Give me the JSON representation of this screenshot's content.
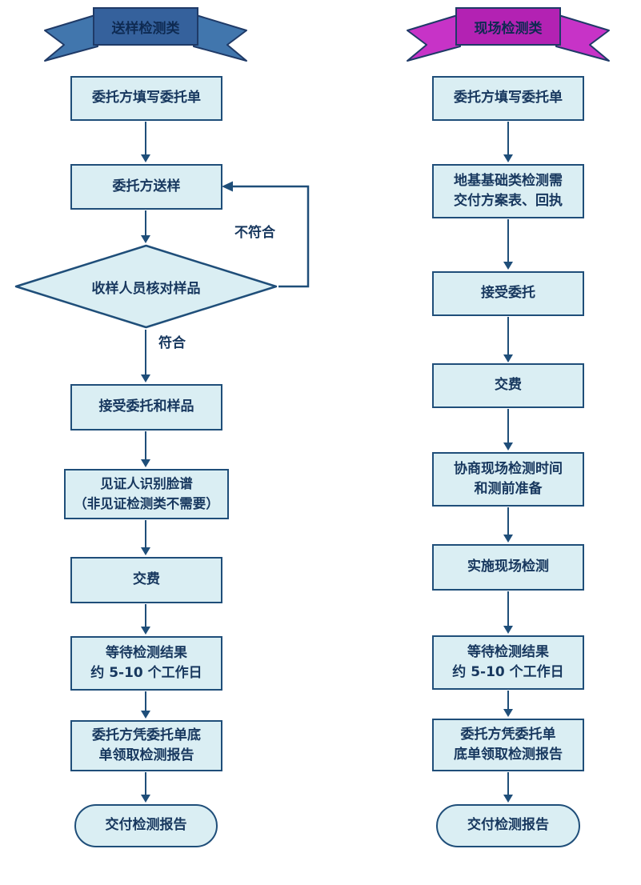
{
  "colors": {
    "box_fill": "#daeef3",
    "box_border": "#1f4e79",
    "arrow": "#1f4e79",
    "text": "#17375e",
    "left_banner_fill": "#4176ad",
    "left_banner_dark": "#35619c",
    "right_banner_fill": "#c733c7",
    "right_banner_dark": "#b322b3",
    "banner_border": "#1f3a67"
  },
  "left": {
    "banner": "送样检测类",
    "steps": {
      "fill_form": "委托方填写委托单",
      "send_sample": "委托方送样",
      "verify_sample": "收样人员核对样品",
      "not_conform": "不符合",
      "conform": "符合",
      "accept": "接受委托和样品",
      "witness_1": "见证人识别脸谱",
      "witness_2": "（非见证检测类不需要）",
      "pay": "交费",
      "wait_1": "等待检测结果",
      "wait_2": "约 5-10 个工作日",
      "collect_1": "委托方凭委托单底",
      "collect_2": "单领取检测报告",
      "deliver": "交付检测报告"
    }
  },
  "right": {
    "banner": "现场检测类",
    "steps": {
      "fill_form": "委托方填写委托单",
      "foundation_1": "地基基础类检测需",
      "foundation_2": "交付方案表、回执",
      "accept": "接受委托",
      "pay": "交费",
      "schedule_1": "协商现场检测时间",
      "schedule_2": "和测前准备",
      "perform": "实施现场检测",
      "wait_1": "等待检测结果",
      "wait_2": "约 5-10 个工作日",
      "collect_1": "委托方凭委托单",
      "collect_2": "底单领取检测报告",
      "deliver": "交付检测报告"
    }
  }
}
